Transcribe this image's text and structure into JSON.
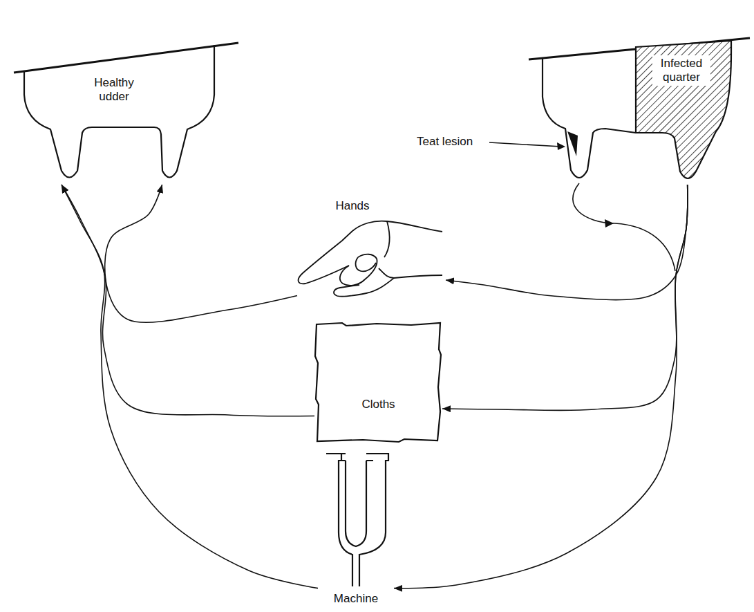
{
  "diagram": {
    "nodes": [
      {
        "text": [
          "Healthy udder"
        ]
      },
      {
        "text": [
          "Infected quarter"
        ]
      },
      {
        "text": [
          "Hands"
        ]
      },
      {
        "text": [
          "Cloths"
        ]
      },
      {
        "text": [
          "Machine"
        ]
      }
    ],
    "edges": [
      {
        "from": 1,
        "to": 2,
        "arrow": "to"
      },
      {
        "from": 1,
        "to": 3,
        "arrow": "to"
      },
      {
        "from": 1,
        "to": 4,
        "arrow": "to"
      },
      {
        "from": 2,
        "to": 0,
        "arrow": "to"
      },
      {
        "from": 3,
        "to": 0,
        "arrow": "to"
      },
      {
        "from": 4,
        "to": 0,
        "arrow": "to"
      }
    ],
    "labels": [
      "Teat lesion"
    ]
  }
}
